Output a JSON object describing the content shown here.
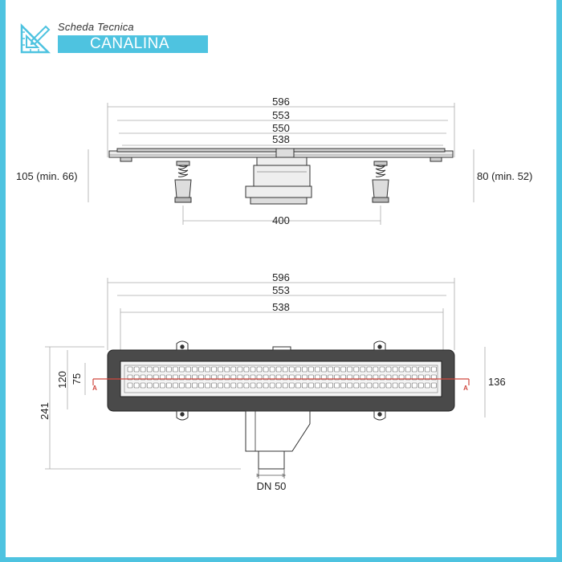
{
  "header": {
    "subtitle": "Scheda Tecnica",
    "title": "CANALINA",
    "icon": "ruler-pencil-icon"
  },
  "colors": {
    "accent": "#4ec3e0",
    "section_line": "#d0483f"
  },
  "side_view": {
    "dims_top": [
      "596",
      "553",
      "550",
      "538"
    ],
    "left_height": "105 (min. 66)",
    "right_height": "80 (min. 52)",
    "feet_spacing": "400"
  },
  "top_view": {
    "dims_top": [
      "596",
      "553",
      "538"
    ],
    "inner_width": "120",
    "slot_width": "75",
    "total_height": "241",
    "right_height": "136",
    "outlet": "DN 50",
    "section_marks": [
      "A",
      "A"
    ]
  }
}
